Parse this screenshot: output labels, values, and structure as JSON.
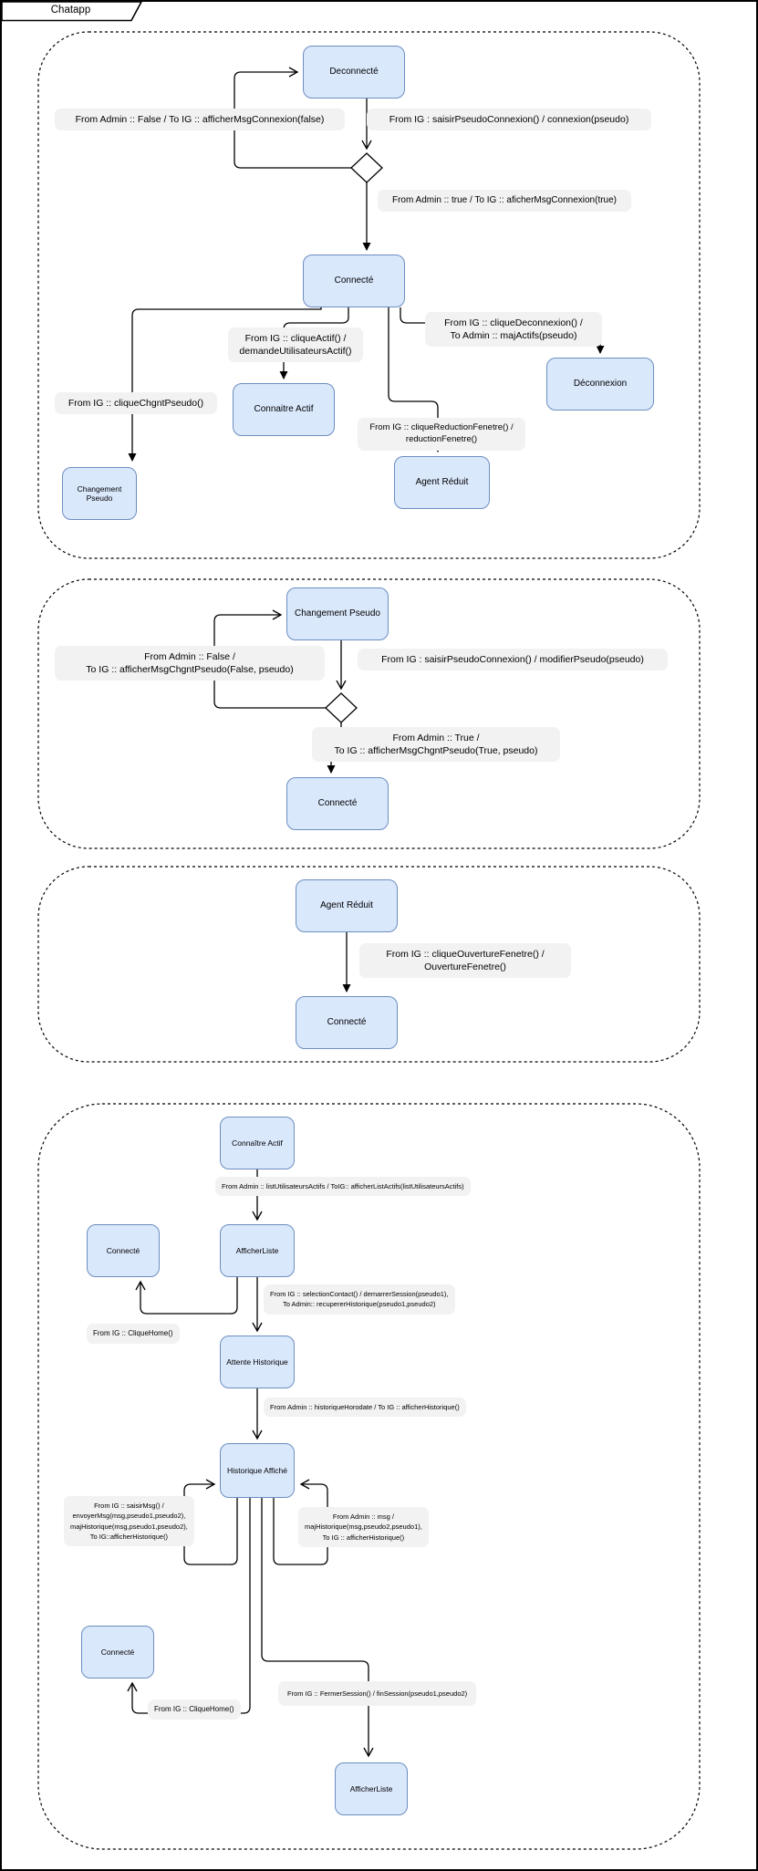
{
  "frame": {
    "title": "Chatapp"
  },
  "colors": {
    "state_fill": "#dae8fc",
    "state_border": "#6c8ebf",
    "label_bg": "#f2f2f2",
    "line": "#000000"
  },
  "states": {
    "s1_deconnecte": "Deconnecté",
    "s1_connecte": "Connecté",
    "s1_connaitre_actif": "Connaitre Actif",
    "s1_deconnexion": "Déconnexion",
    "s1_changement_pseudo": "Changement Pseudo",
    "s1_agent_reduit": "Agent Réduit",
    "s2_changement_pseudo": "Changement Pseudo",
    "s2_connecte": "Connecté",
    "s3_agent_reduit": "Agent Réduit",
    "s3_connecte": "Connecté",
    "s4_connaitre_actif": "Connaître Actif",
    "s4_connecte_home": "Connecté",
    "s4_afficher_liste": "AfficherListe",
    "s4_attente_historique": "Attente Historique",
    "s4_historique_affiche": "Historique Affiché",
    "s4_connecte_home2": "Connecté",
    "s4_afficher_liste2": "AfficherListe"
  },
  "transitions": {
    "t1_admin_false": "From Admin :: False / To IG :: afficherMsgConnexion(false)",
    "t1_saisir_pseudo": "From IG : saisirPseudoConnexion() / connexion(pseudo)",
    "t1_admin_true": "From Admin :: true / To IG :: aficherMsgConnexion(true)",
    "t1_clique_actif": "From IG :: cliqueActif() /\ndemandeUtilisateursActif()",
    "t1_clique_deconnexion": "From IG :: cliqueDeconnexion() /\nTo Admin :: majActifs(pseudo)",
    "t1_clique_chgnt_pseudo": "From IG :: cliqueChgntPseudo()",
    "t1_clique_reduction": "From IG :: cliqueReductionFenetre() /\nreductionFenetre()",
    "t2_admin_false": "From Admin :: False /\nTo IG :: afficherMsgChgntPseudo(False, pseudo)",
    "t2_saisir_pseudo": "From IG : saisirPseudoConnexion() / modifierPseudo(pseudo)",
    "t2_admin_true": "From Admin :: True /\nTo IG :: afficherMsgChgntPseudo(True, pseudo)",
    "t3_ouverture": "From IG :: cliqueOuvertureFenetre() /\nOuvertureFenetre()",
    "t4_list_actifs": "From Admin :: listUtilisateursActifs / ToIG:: afficherListActifs(listUtilisateursActifs)",
    "t4_selection_contact": "From IG :: selectionContact() / demarrerSession(pseudo1),\nTo Admin:: recupererHistorique(pseudo1,pseudo2)",
    "t4_clique_home_1": "From IG :: CliqueHome()",
    "t4_historique_horodate": "From Admin :: historiqueHorodate / To IG :: afficherHistorique()",
    "t4_saisir_msg": "From IG :: saisirMsg() /\nenvoyerMsg(msg,pseudo1,pseudo2),\nmajHistorique(msg,pseudo1,pseudo2),\nTo IG::afficherHistorique()",
    "t4_admin_msg": "From Admin :: msg /\nmajHistorique(msg,pseudo2,pseudo1),\nTo IG :: afficherHistorique()",
    "t4_clique_home_2": "From IG :: CliqueHome()",
    "t4_fermer_session": "From IG :: FermerSession() / finSession(pseudo1,pseudo2)"
  }
}
